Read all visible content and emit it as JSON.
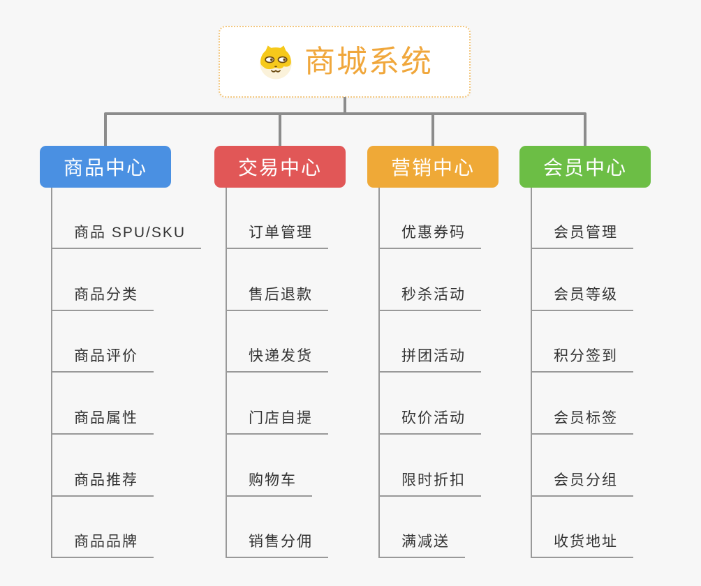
{
  "root": {
    "title": "商城系统",
    "icon": "doge-icon"
  },
  "branches": [
    {
      "id": "product-center",
      "label": "商品中心",
      "color": "#4A90E2",
      "items": [
        "商品 SPU/SKU",
        "商品分类",
        "商品评价",
        "商品属性",
        "商品推荐",
        "商品品牌"
      ]
    },
    {
      "id": "trade-center",
      "label": "交易中心",
      "color": "#E15757",
      "items": [
        "订单管理",
        "售后退款",
        "快递发货",
        "门店自提",
        "购物车",
        "销售分佣"
      ]
    },
    {
      "id": "marketing-center",
      "label": "营销中心",
      "color": "#EFA937",
      "items": [
        "优惠券码",
        "秒杀活动",
        "拼团活动",
        "砍价活动",
        "限时折扣",
        "满减送"
      ]
    },
    {
      "id": "member-center",
      "label": "会员中心",
      "color": "#6CBE45",
      "items": [
        "会员管理",
        "会员等级",
        "积分签到",
        "会员标签",
        "会员分组",
        "收货地址"
      ]
    }
  ],
  "css_vars": {
    "bg-color": "#F7F7F7",
    "text-color": "#333333",
    "line-color": "#999999",
    "connector-color": "#8C8C8C",
    "root-accent": "#F0A73C",
    "root-border": "#F3C77F"
  }
}
